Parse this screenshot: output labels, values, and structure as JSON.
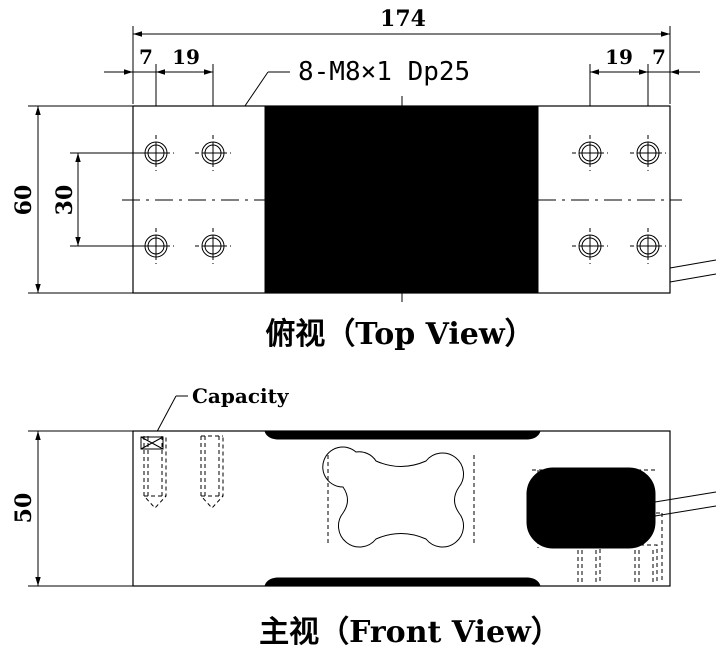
{
  "dimensions": {
    "total_length": "174",
    "edge_left": "7",
    "pitch_left": "19",
    "pitch_right": "19",
    "edge_right": "7",
    "height_top": "60",
    "hole_spacing": "30",
    "height_front": "50"
  },
  "notes": {
    "hole_spec": "8-M8×1 Dp25",
    "capacity": "Capacity"
  },
  "views": {
    "top": "俯视（Top View）",
    "front": "主视（Front View）"
  }
}
